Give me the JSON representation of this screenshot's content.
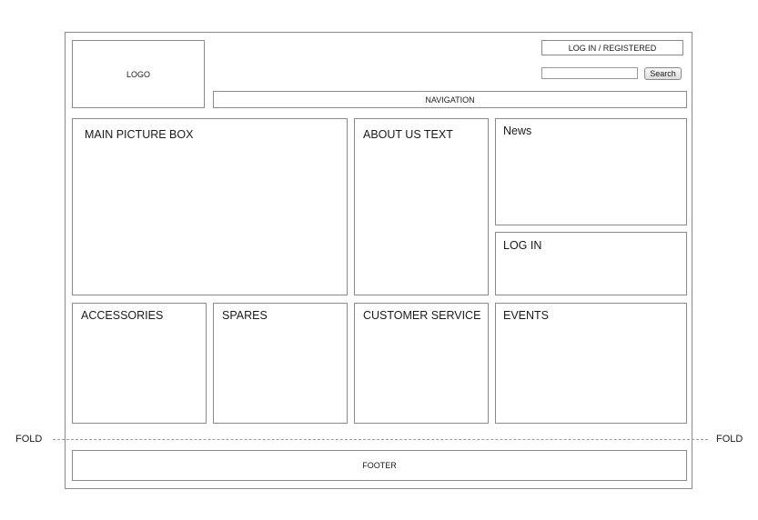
{
  "header": {
    "logo_label": "LOGO",
    "login_registered_label": "LOG IN / REGISTERED",
    "search": {
      "value": "",
      "placeholder": "",
      "button_label": "Search"
    },
    "navigation_label": "NAVIGATION"
  },
  "content": {
    "main_picture_label": "MAIN PICTURE BOX",
    "about_us_label": "ABOUT US TEXT",
    "news_label": "News",
    "login_box_label": "LOG IN",
    "accessories_label": "ACCESSORIES",
    "spares_label": "SPARES",
    "customer_service_label": "CUSTOMER SERVICE",
    "events_label": "EVENTS"
  },
  "fold": {
    "left_label": "FOLD",
    "right_label": "FOLD"
  },
  "footer": {
    "label": "FOOTER"
  }
}
